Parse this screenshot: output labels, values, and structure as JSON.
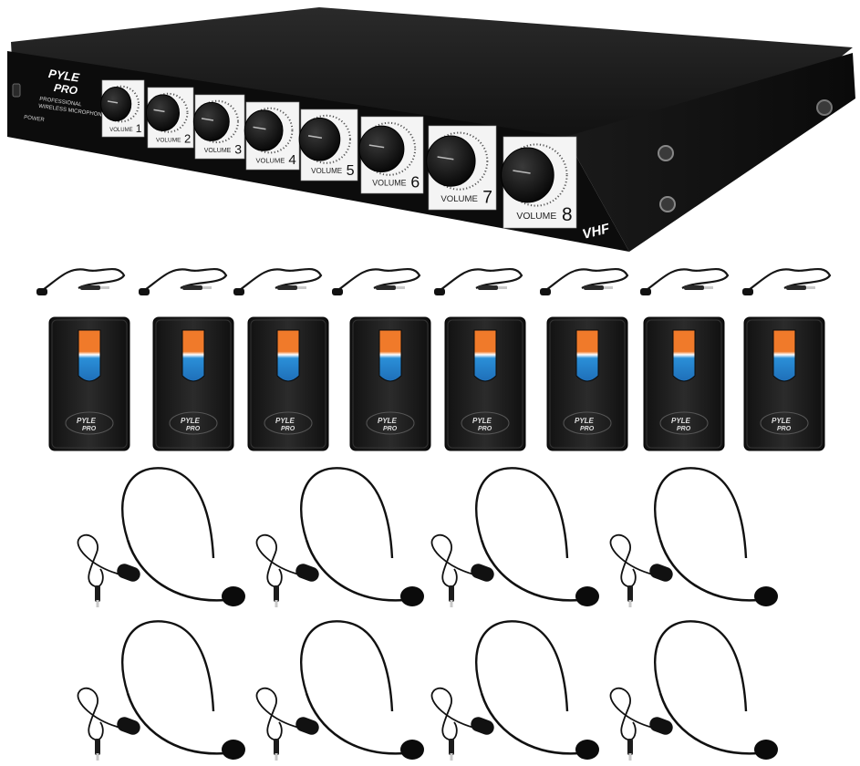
{
  "receiver": {
    "brand_line1": "PYLE",
    "brand_line2": "PRO",
    "model_line1": "PROFESSIONAL",
    "model_line2": "WIRELESS MICROPHONE",
    "power_label": "POWER",
    "band_label": "VHF",
    "volume_label": "VOLUME",
    "channels": [
      "1",
      "2",
      "3",
      "4",
      "5",
      "6",
      "7",
      "8"
    ]
  },
  "beltpack": {
    "brand_line1": "PYLE",
    "brand_line2": "PRO",
    "count": 8
  },
  "lavalier_count": 8,
  "headset_count": 8,
  "colors": {
    "chassis": "#121212",
    "panel": "#f4f4f4",
    "knob": "#0d0d0d",
    "beltpack_body": "#1c1c1c",
    "badge_orange": "#f07a2a",
    "badge_blue": "#2a8fd8",
    "cable": "#161616"
  }
}
